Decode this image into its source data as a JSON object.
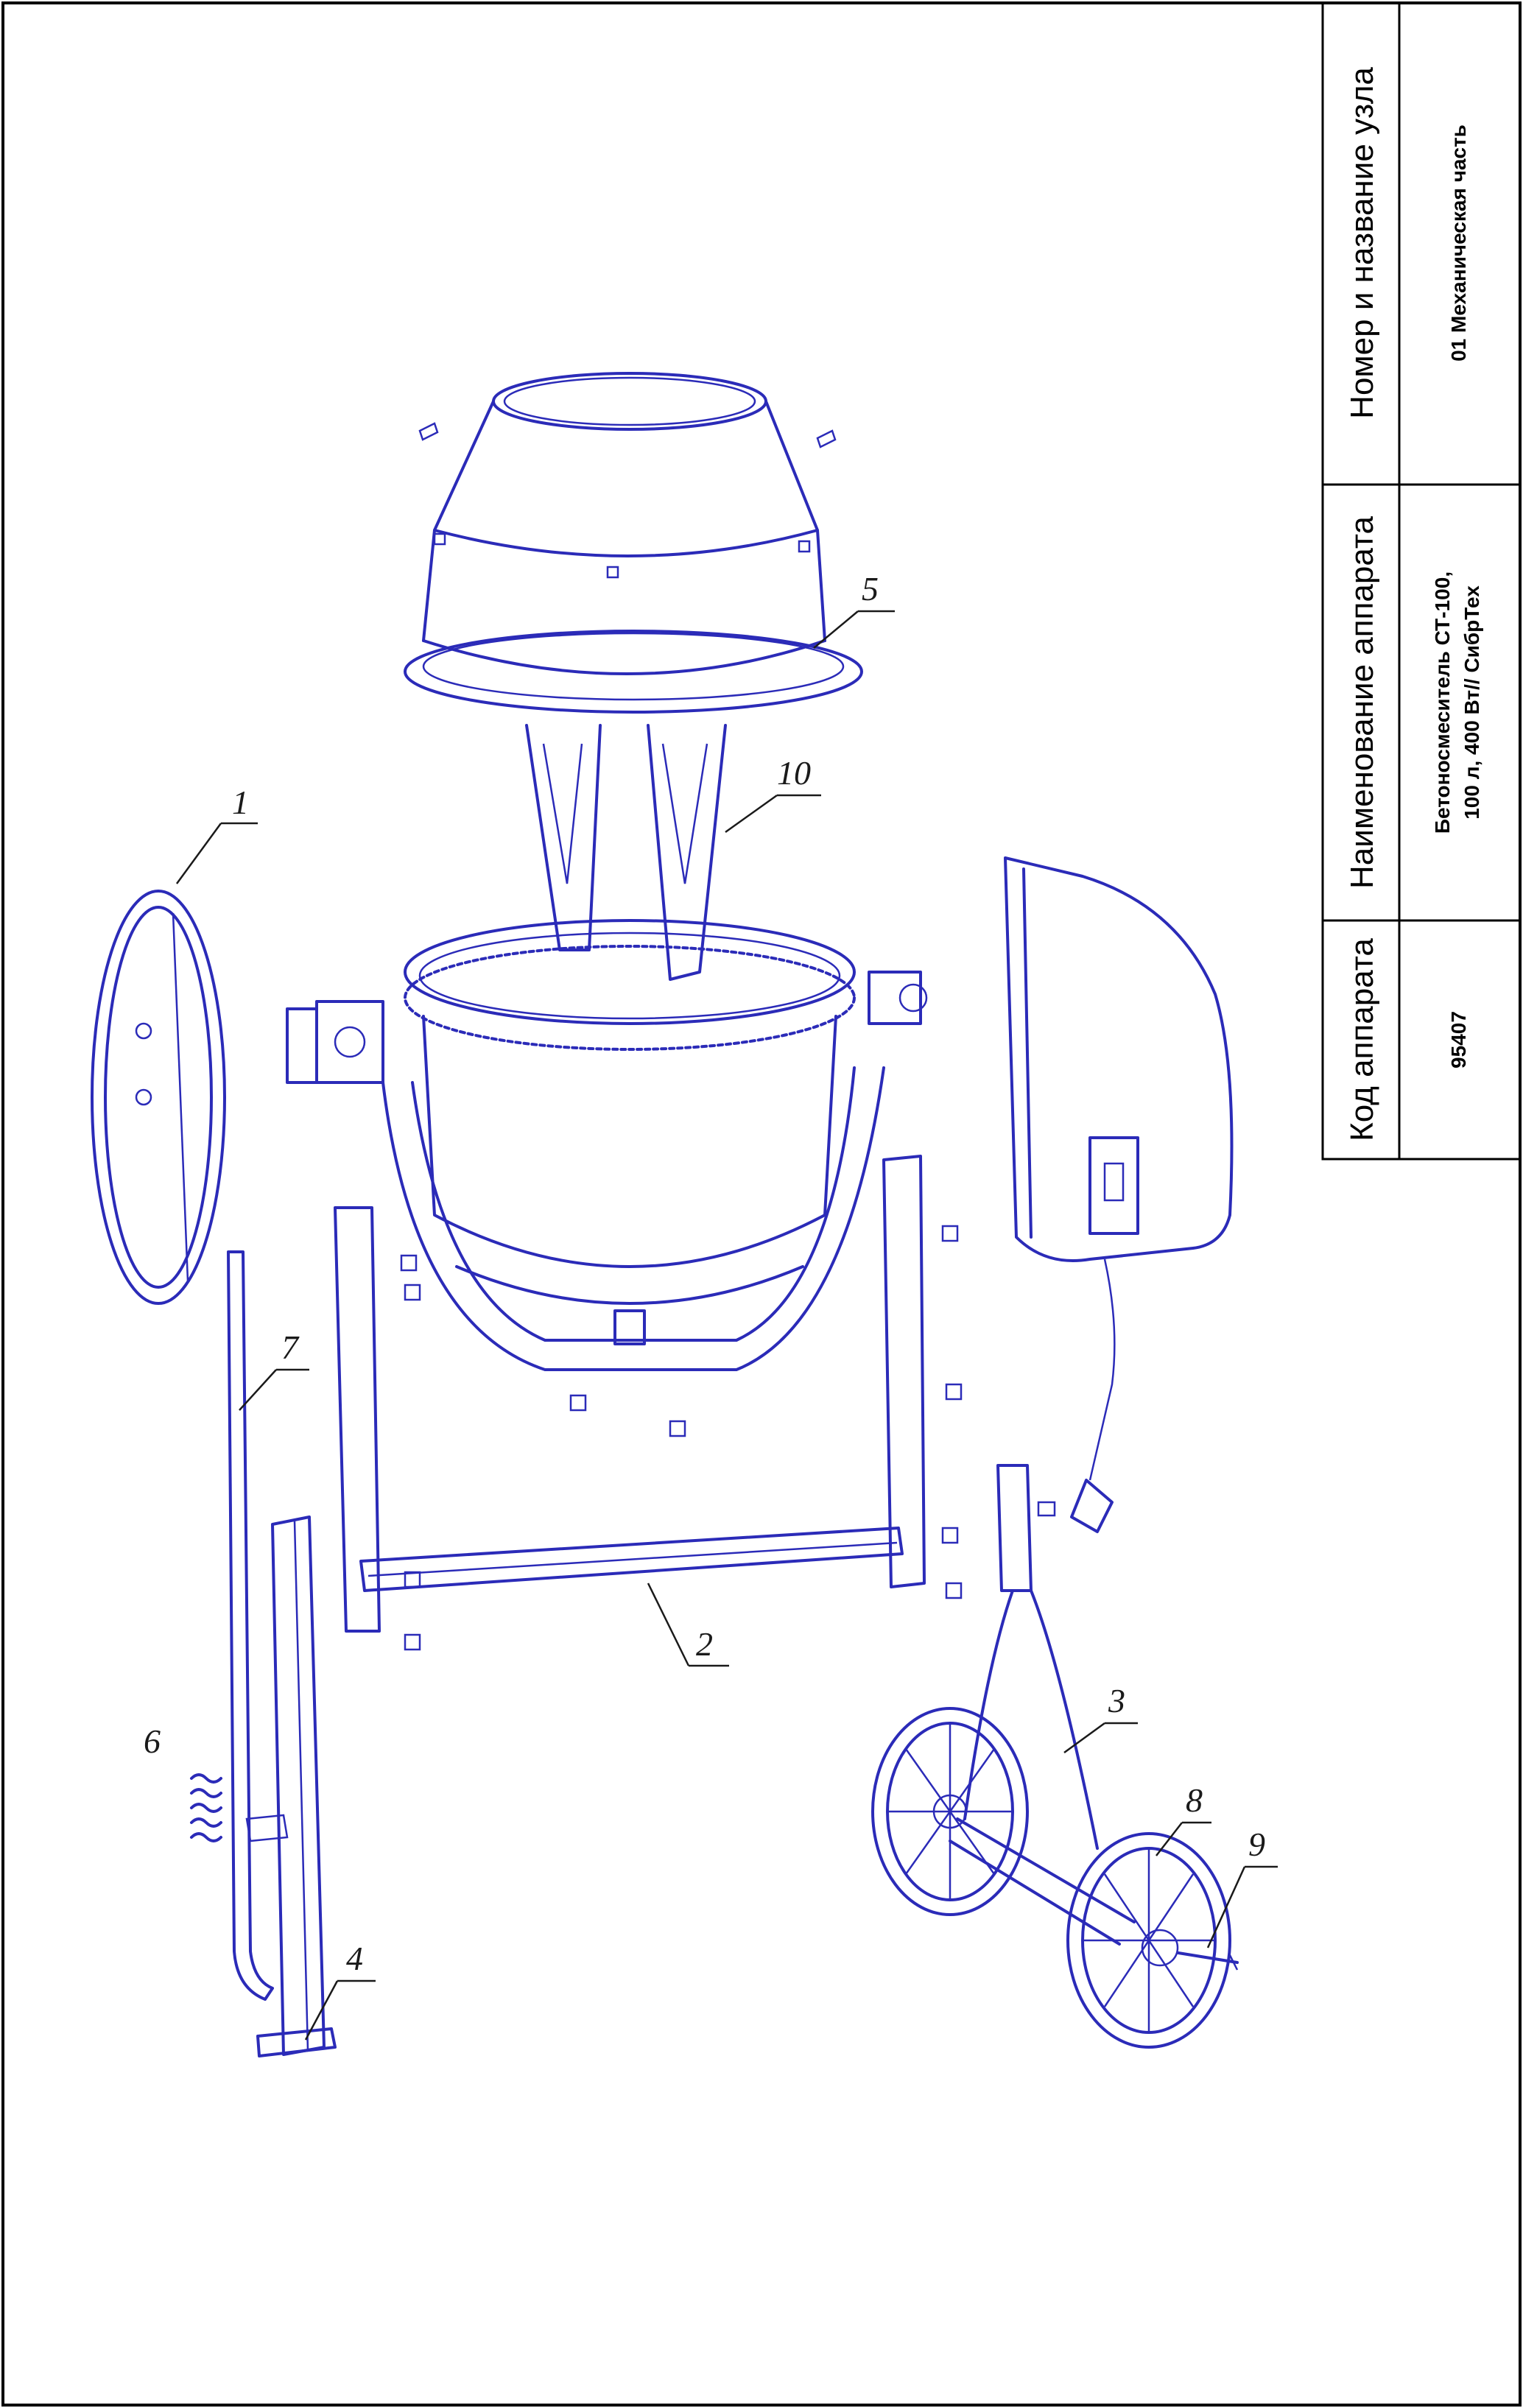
{
  "title_block": {
    "col_node_header": "Номер и название узла",
    "col_node_value": "01 Механическая часть",
    "col_name_header": "Наименование аппарата",
    "col_name_value_line1": "Бетоносмеситель СТ-100,",
    "col_name_value_line2": "100 л, 400 Вт// СибрТех",
    "col_code_header": "Код аппарата",
    "col_code_value": "95407"
  },
  "callouts": [
    {
      "id": "c1",
      "label": "1"
    },
    {
      "id": "c2",
      "label": "2"
    },
    {
      "id": "c3",
      "label": "3"
    },
    {
      "id": "c4",
      "label": "4"
    },
    {
      "id": "c5",
      "label": "5"
    },
    {
      "id": "c6",
      "label": "6"
    },
    {
      "id": "c7",
      "label": "7"
    },
    {
      "id": "c8",
      "label": "8"
    },
    {
      "id": "c9",
      "label": "9"
    },
    {
      "id": "c10",
      "label": "10"
    }
  ],
  "colors": {
    "line_art": "#2b2bb8",
    "frame": "#000000"
  }
}
